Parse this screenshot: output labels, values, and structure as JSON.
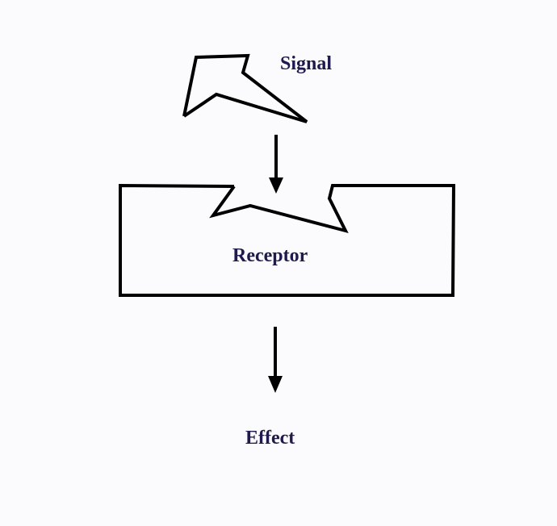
{
  "labels": {
    "signal": "Signal",
    "receptor": "Receptor",
    "effect": "Effect"
  },
  "colors": {
    "background": "#fbfbfd",
    "stroke": "#000000",
    "text": "#1f1a4d"
  }
}
